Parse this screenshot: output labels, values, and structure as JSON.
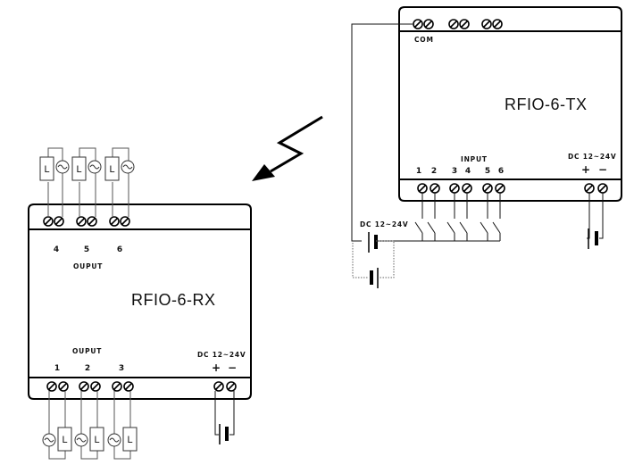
{
  "transmitter": {
    "model": "RFIO-6-TX",
    "com_label": "COM",
    "input_label": "INPUT",
    "input_numbers": [
      "1",
      "2",
      "3",
      "4",
      "5",
      "6"
    ],
    "power_label": "DC 12~24V",
    "plus": "+",
    "minus": "−",
    "external_supply_label": "DC 12~24V"
  },
  "receiver": {
    "model": "RFIO-6-RX",
    "top_output_label": "OUPUT",
    "top_output_numbers": [
      "4",
      "5",
      "6"
    ],
    "bottom_output_label": "OUPUT",
    "bottom_output_numbers": [
      "1",
      "2",
      "3"
    ],
    "power_label": "DC 12~24V",
    "plus": "+",
    "minus": "−"
  },
  "load_symbol_text": "L",
  "icons": {
    "wireless_link": "lightning-arrow-icon",
    "ac_source": "ac-source-icon",
    "battery": "battery-icon",
    "terminal": "screw-terminal-icon",
    "switch": "switch-icon"
  }
}
